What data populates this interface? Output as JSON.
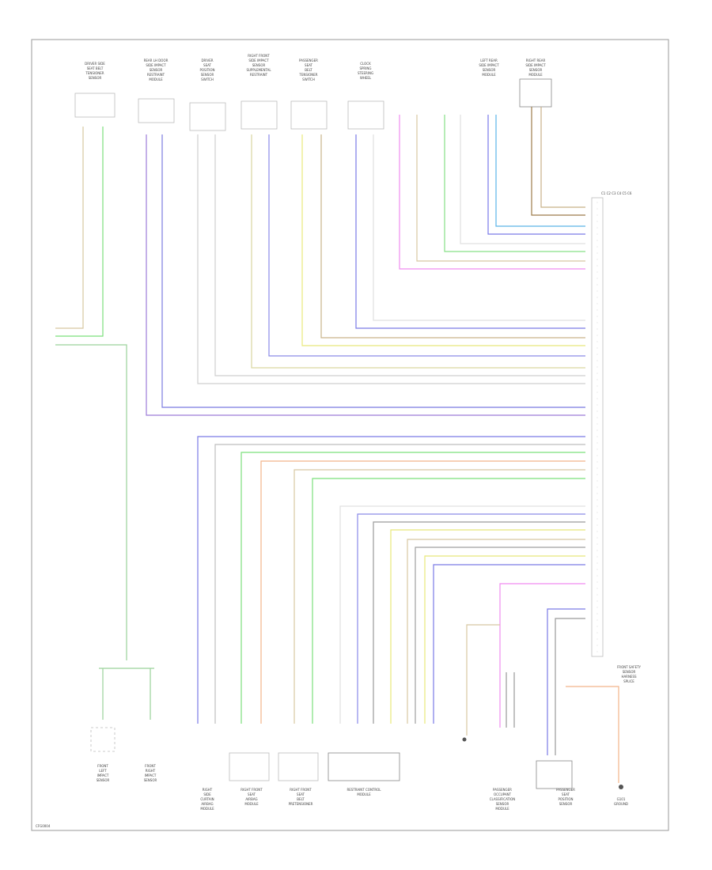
{
  "diagram": {
    "page_code": "CFG0004",
    "connector_label": "C1 C2 C3 C4 C5 C6",
    "components": {
      "top_left_sensor": [
        "DRIVER SIDE",
        "SEAT BELT",
        "TENSIONER",
        "SENSOR"
      ],
      "top_sensor_2": [
        "REAR LH DOOR",
        "SIDE IMPACT",
        "SENSOR",
        "RESTRAINT",
        "MODULE"
      ],
      "top_sensor_3": [
        "DRIVER",
        "SEAT",
        "POSITION",
        "SENSOR",
        "SWITCH"
      ],
      "top_sensor_4": [
        "RIGHT FRONT",
        "SIDE IMPACT",
        "SENSOR",
        "SUPPLEMENTAL",
        "RESTRAINT"
      ],
      "top_sensor_5": [
        "PASSENGER",
        "SEAT",
        "BELT",
        "TENSIONER",
        "SWITCH"
      ],
      "top_sensor_6": [
        "CLOCK",
        "SPRING",
        "STEERING",
        "WHEEL"
      ],
      "top_sensor_7": [
        "LEFT REAR",
        "SIDE IMPACT",
        "SENSOR",
        "MODULE"
      ],
      "top_sensor_8": [
        "RIGHT REAR",
        "SIDE IMPACT",
        "SENSOR",
        "MODULE"
      ],
      "bottom_left_1": [
        "FRONT",
        "LEFT",
        "IMPACT",
        "SENSOR"
      ],
      "bottom_left_2": [
        "FRONT",
        "RIGHT",
        "IMPACT",
        "SENSOR"
      ],
      "bottom_1": [
        "RIGHT",
        "SIDE",
        "CURTAIN",
        "AIRBAG",
        "MODULE"
      ],
      "bottom_2": [
        "RIGHT FRONT",
        "SEAT",
        "AIRBAG",
        "MODULE"
      ],
      "bottom_3": [
        "RIGHT FRONT",
        "SEAT",
        "BELT",
        "PRETENSIONER"
      ],
      "bottom_4": [
        "RESTRAINT CONTROL",
        "MODULE"
      ],
      "bottom_5": [
        "PASSENGER",
        "OCCUPANT",
        "CLASSIFICATION",
        "SENSOR",
        "MODULE"
      ],
      "bottom_6": [
        "PASSENGER",
        "SEAT",
        "POSITION",
        "SENSOR"
      ],
      "bottom_7": [
        "G101",
        "GROUND"
      ],
      "right_splice": [
        "FRONT SAFETY",
        "SENSOR",
        "HARNESS",
        "SPLICE"
      ]
    }
  }
}
